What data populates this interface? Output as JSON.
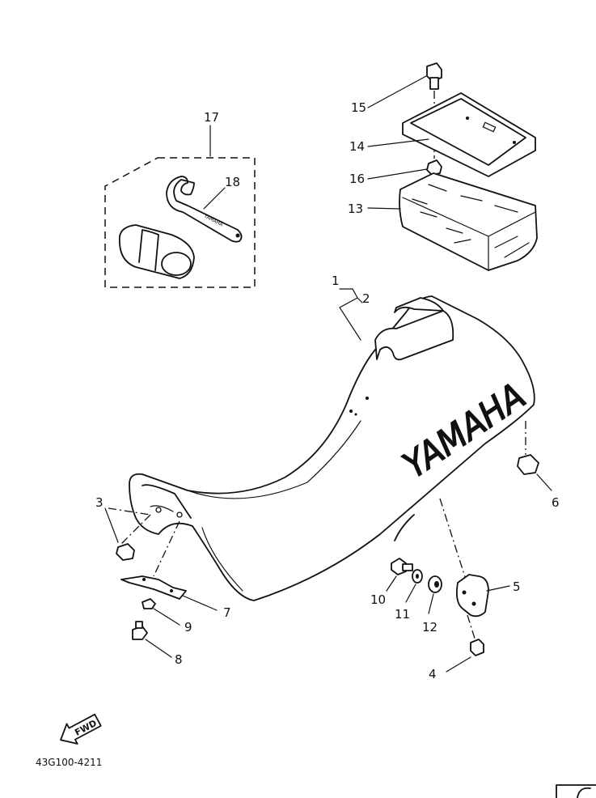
{
  "diagram": {
    "part_code": "43G100-4211",
    "brand_text": "YAMAHA",
    "fwd_text": "FWD",
    "callouts": [
      {
        "id": "1",
        "text": "1"
      },
      {
        "id": "2",
        "text": "2"
      },
      {
        "id": "3",
        "text": "3"
      },
      {
        "id": "4",
        "text": "4"
      },
      {
        "id": "5",
        "text": "5"
      },
      {
        "id": "6",
        "text": "6"
      },
      {
        "id": "7",
        "text": "7"
      },
      {
        "id": "8",
        "text": "8"
      },
      {
        "id": "9",
        "text": "9"
      },
      {
        "id": "10",
        "text": "10"
      },
      {
        "id": "11",
        "text": "11"
      },
      {
        "id": "12",
        "text": "12"
      },
      {
        "id": "13",
        "text": "13"
      },
      {
        "id": "14",
        "text": "14"
      },
      {
        "id": "15",
        "text": "15"
      },
      {
        "id": "16",
        "text": "16"
      },
      {
        "id": "17",
        "text": "17"
      },
      {
        "id": "18",
        "text": "18"
      }
    ]
  }
}
